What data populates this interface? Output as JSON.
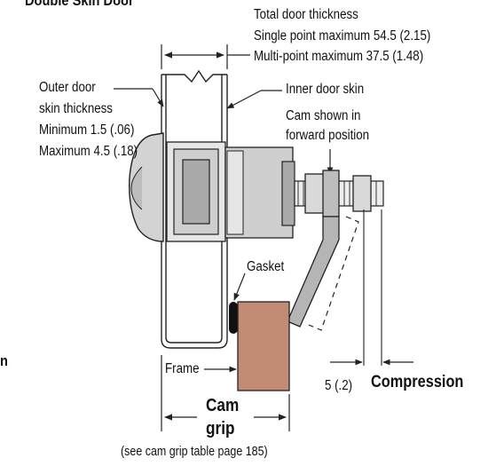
{
  "header": {
    "title": "Double Skin Door"
  },
  "labels": {
    "total_thickness": "Total door thickness",
    "single_point": "Single point maximum 54.5 (2.15)",
    "multi_point": "Multi-point maximum 37.5 (1.48)",
    "outer_skin_1": "Outer door",
    "outer_skin_2": "skin thickness",
    "minimum": "Minimum 1.5 (.06)",
    "maximum": "Maximum 4.5 (.18)",
    "inner_skin": "Inner door skin",
    "cam_shown_1": "Cam shown in",
    "cam_shown_2": "forward position",
    "gasket": "Gasket",
    "frame": "Frame",
    "compression_value": "5 (.2)",
    "compression_label": "Compression",
    "cam_grip_1": "Cam",
    "cam_grip_2": "grip",
    "cam_grip_note": "(see cam grip table page 185)",
    "edge_letter": "n"
  },
  "colors": {
    "line": "#222222",
    "frame_fill": "#c28b75",
    "body_gray": "#cfcfcf",
    "shadow_gray": "#a9a9a9",
    "light_gray": "#e6e6e6",
    "gasket_black": "#111111"
  }
}
